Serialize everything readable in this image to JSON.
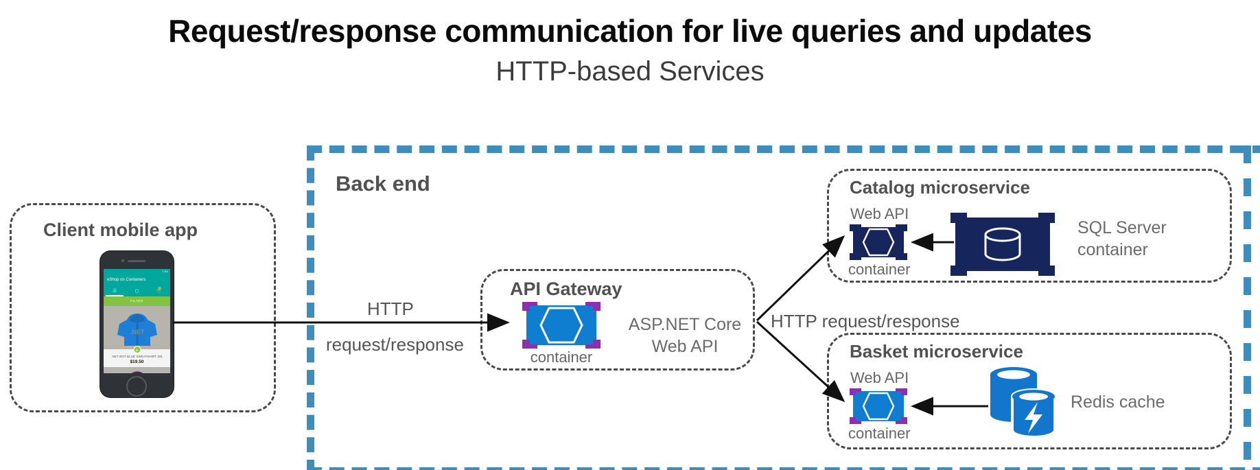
{
  "title": {
    "main": "Request/response communication for live queries and updates",
    "sub": "HTTP-based Services"
  },
  "backend": {
    "label": "Back end",
    "border_color": "#3f8dba"
  },
  "client": {
    "title": "Client mobile app",
    "phone": {
      "status_time": "7:59",
      "app_title": "eShop on Containers",
      "tabs": [
        "☰",
        "⧉",
        "☰"
      ],
      "filter_label": "FILTER",
      "product_name": ".NET BOT BLUE SWEATSHIRT (M)",
      "product_price": "$19.50",
      "add_label": "+"
    }
  },
  "gateway": {
    "title": "API Gateway",
    "container_caption": "container",
    "tech_line1": "ASP.NET Core",
    "tech_line2": "Web API"
  },
  "catalog": {
    "title": "Catalog microservice",
    "webapi_label": "Web API",
    "container_caption": "container",
    "db_line1": "SQL Server",
    "db_line2": "container",
    "container_color": "#16265c",
    "db_color": "#16265c"
  },
  "basket": {
    "title": "Basket microservice",
    "webapi_label": "Web API",
    "container_caption": "container",
    "cache_label": "Redis cache",
    "container_color": "#0f7ed1",
    "cache_color": "#1276cc"
  },
  "edges": {
    "client_to_gateway_line1": "HTTP",
    "client_to_gateway_line2": "request/response",
    "gateway_to_services": "HTTP request/response"
  },
  "colors": {
    "container_blue": "#0f7ed1",
    "container_bracket_purple": "#8e2fb0",
    "container_bracket_navy": "#16265c",
    "grey_text": "#6b6b6b",
    "title_grey": "#515151",
    "arrow_black": "#111111"
  }
}
